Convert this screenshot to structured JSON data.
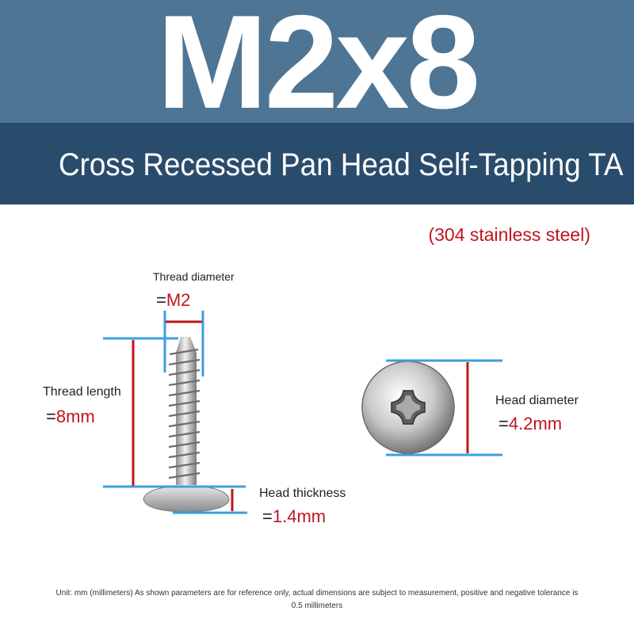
{
  "header": {
    "size_code": "M2x8",
    "subtitle": "Cross Recessed Pan Head Self-Tapping TA"
  },
  "material": "(304 stainless steel)",
  "dimensions": {
    "thread_diameter": {
      "label": "Thread diameter",
      "eq": "=",
      "value": "M2"
    },
    "thread_length": {
      "label": "Thread length",
      "eq": "=",
      "value": "8mm"
    },
    "head_thickness": {
      "label": "Head thickness",
      "eq": "=",
      "value": "1.4mm"
    },
    "head_diameter": {
      "label": "Head diameter",
      "eq": "=",
      "value": "4.2mm"
    }
  },
  "footer_note": "Unit: mm (millimeters) As shown parameters are for reference only, actual dimensions are subject to measurement, positive and negative tolerance is 0.5 millimeters",
  "colors": {
    "band_light": "#4f7594",
    "band_dark": "#2a4c6c",
    "accent_red": "#c0161d",
    "guide_blue": "#3aa0e0"
  }
}
